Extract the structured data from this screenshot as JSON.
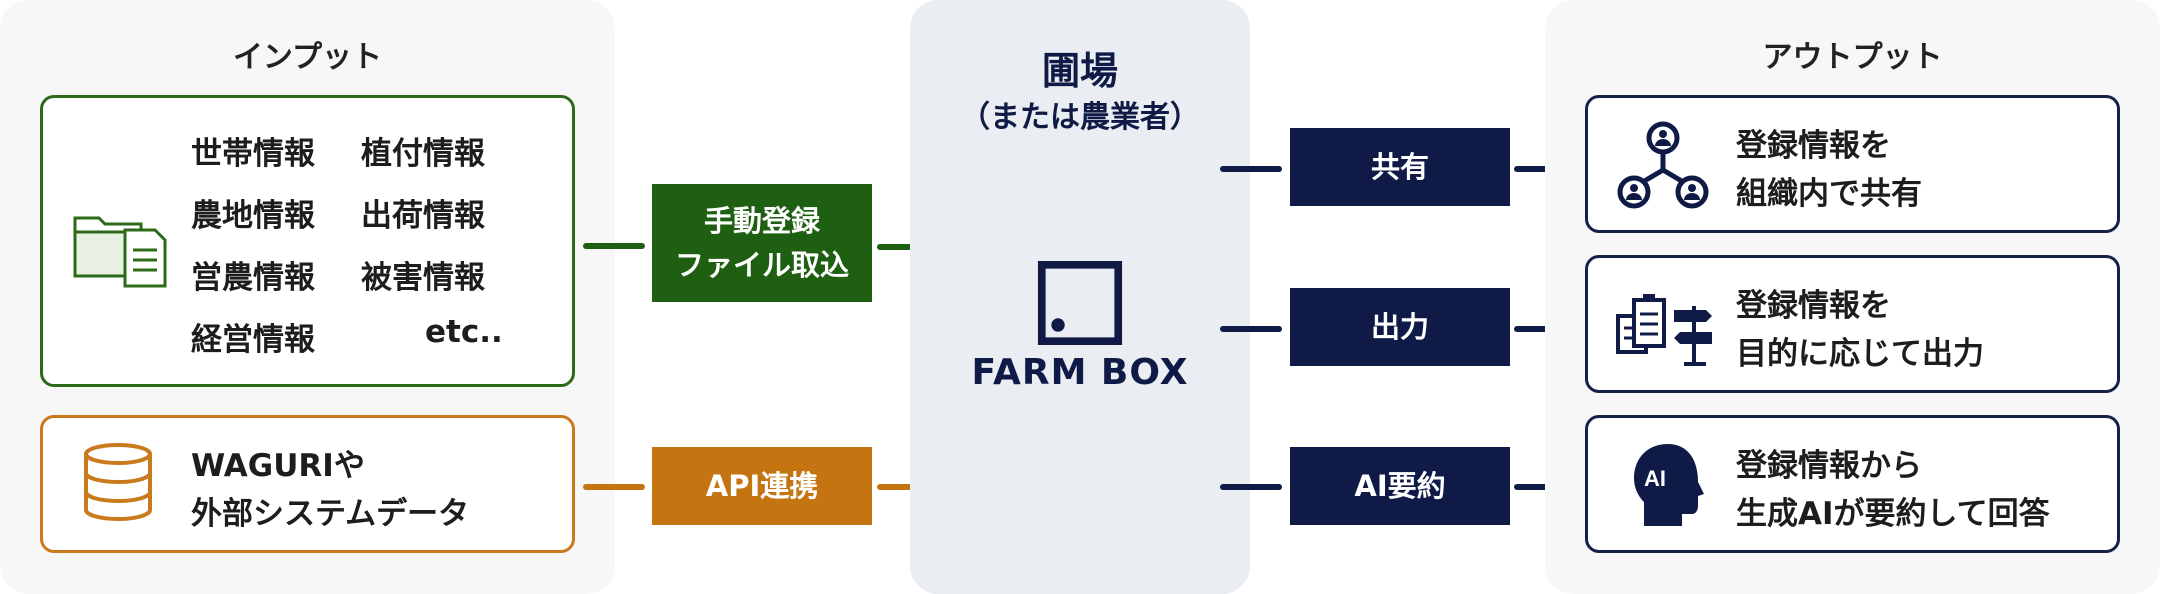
{
  "input": {
    "title": "インプット",
    "info_items": [
      "世帯情報",
      "植付情報",
      "農地情報",
      "出荷情報",
      "営農情報",
      "被害情報",
      "経営情報",
      "etc.."
    ],
    "external": {
      "line1": "WAGURIや",
      "line2": "外部システムデータ"
    }
  },
  "flows_in": [
    {
      "line1": "手動登録",
      "line2": "ファイル取込"
    },
    {
      "label": "API連携"
    }
  ],
  "center": {
    "title": "圃場",
    "subtitle": "（または農業者）",
    "logo_text": "FARM BOX"
  },
  "flows_out": [
    {
      "label": "共有"
    },
    {
      "label": "出力"
    },
    {
      "label": "AI要約"
    }
  ],
  "output": {
    "title": "アウトプット",
    "items": [
      {
        "line1": "登録情報を",
        "line2": "組織内で共有"
      },
      {
        "line1": "登録情報を",
        "line2": "目的に応じて出力"
      },
      {
        "line1": "登録情報から",
        "line2": "生成AIが要約して回答"
      }
    ],
    "ai_icon_text": "AI"
  },
  "colors": {
    "green": "#1f5f12",
    "orange": "#c47512",
    "navy": "#0f1b46"
  }
}
